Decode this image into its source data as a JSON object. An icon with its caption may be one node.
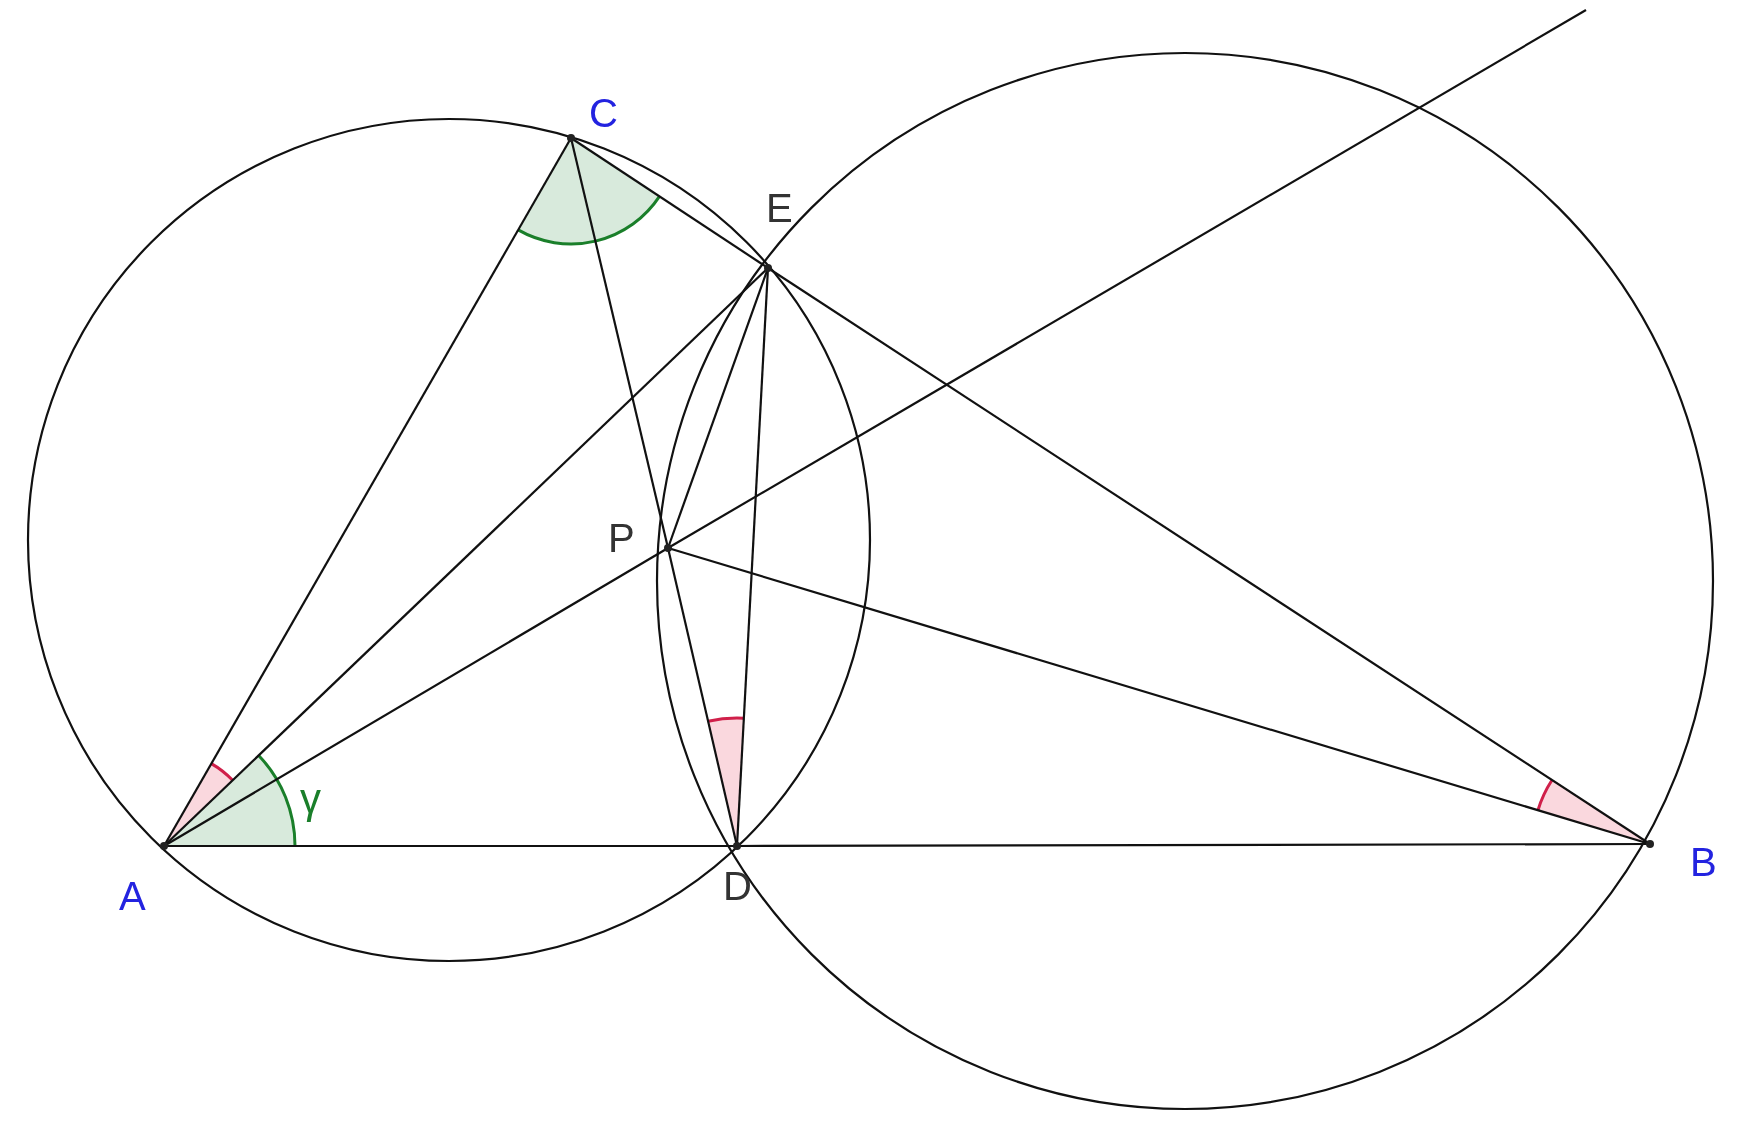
{
  "diagram": {
    "nodes": [
      {
        "text": [
          "A"
        ]
      },
      {
        "text": [
          "B"
        ]
      },
      {
        "text": [
          "C"
        ]
      },
      {
        "text": [
          "D"
        ]
      },
      {
        "text": [
          "E"
        ]
      },
      {
        "text": [
          "P"
        ]
      }
    ],
    "edges": [
      {
        "from": 0,
        "to": 2,
        "arrow": "none"
      },
      {
        "from": 0,
        "to": 4,
        "arrow": "none"
      },
      {
        "from": 0,
        "to": 5,
        "arrow": "none"
      },
      {
        "from": 5,
        "to": null,
        "arrow": "none"
      },
      {
        "from": 0,
        "to": 3,
        "arrow": "none"
      },
      {
        "from": 3,
        "to": 1,
        "arrow": "none"
      },
      {
        "from": 2,
        "to": 4,
        "arrow": "none"
      },
      {
        "from": 4,
        "to": 1,
        "arrow": "none"
      },
      {
        "from": 2,
        "to": 5,
        "arrow": "none"
      },
      {
        "from": 5,
        "to": 3,
        "arrow": "none"
      },
      {
        "from": 4,
        "to": 5,
        "arrow": "none"
      },
      {
        "from": 4,
        "to": 3,
        "arrow": "none"
      },
      {
        "from": 5,
        "to": 1,
        "arrow": "none"
      }
    ],
    "labels": [
      "γ"
    ]
  }
}
